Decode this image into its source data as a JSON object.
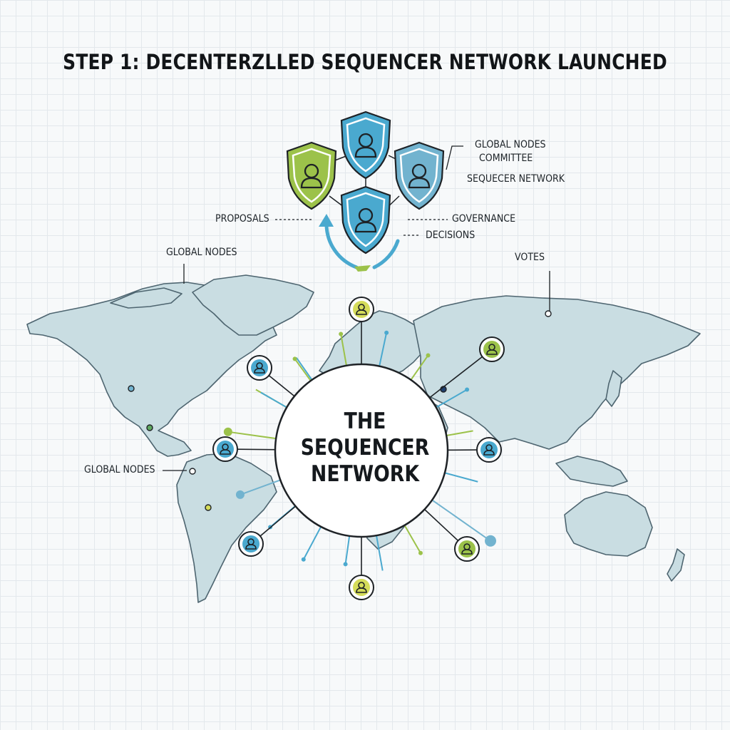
{
  "title": "STEP 1: DECENTERZLLED SEQUENCER NETWORK LAUNCHED",
  "hub": {
    "line1": "THE",
    "line2": "SEQUENCER",
    "line3": "NETWORK"
  },
  "labels": {
    "global_nodes_committee_1": "GLOBAL NODES",
    "global_nodes_committee_2": "COMMITTEE",
    "sequencer_network": "SEQUECER NETWORK",
    "proposals": "PROPOSALS",
    "governance": "GOVERNANCE",
    "decisions": "DECISIONS",
    "global_nodes_top": "GLOBAL NODES",
    "votes": "VOTES",
    "global_nodes_left": "GLOBAL NODES"
  },
  "colors": {
    "blue": "#4aa9cf",
    "blue_light": "#72b3cf",
    "green": "#9cc24a",
    "yellow": "#d5dc5a",
    "land": "#c9dde2",
    "land_edge": "#4e6570",
    "line": "#1e2226"
  },
  "icons": {
    "shield": "shield-person-icon",
    "node": "person-node-icon",
    "cycle": "cycle-arrow-icon"
  }
}
